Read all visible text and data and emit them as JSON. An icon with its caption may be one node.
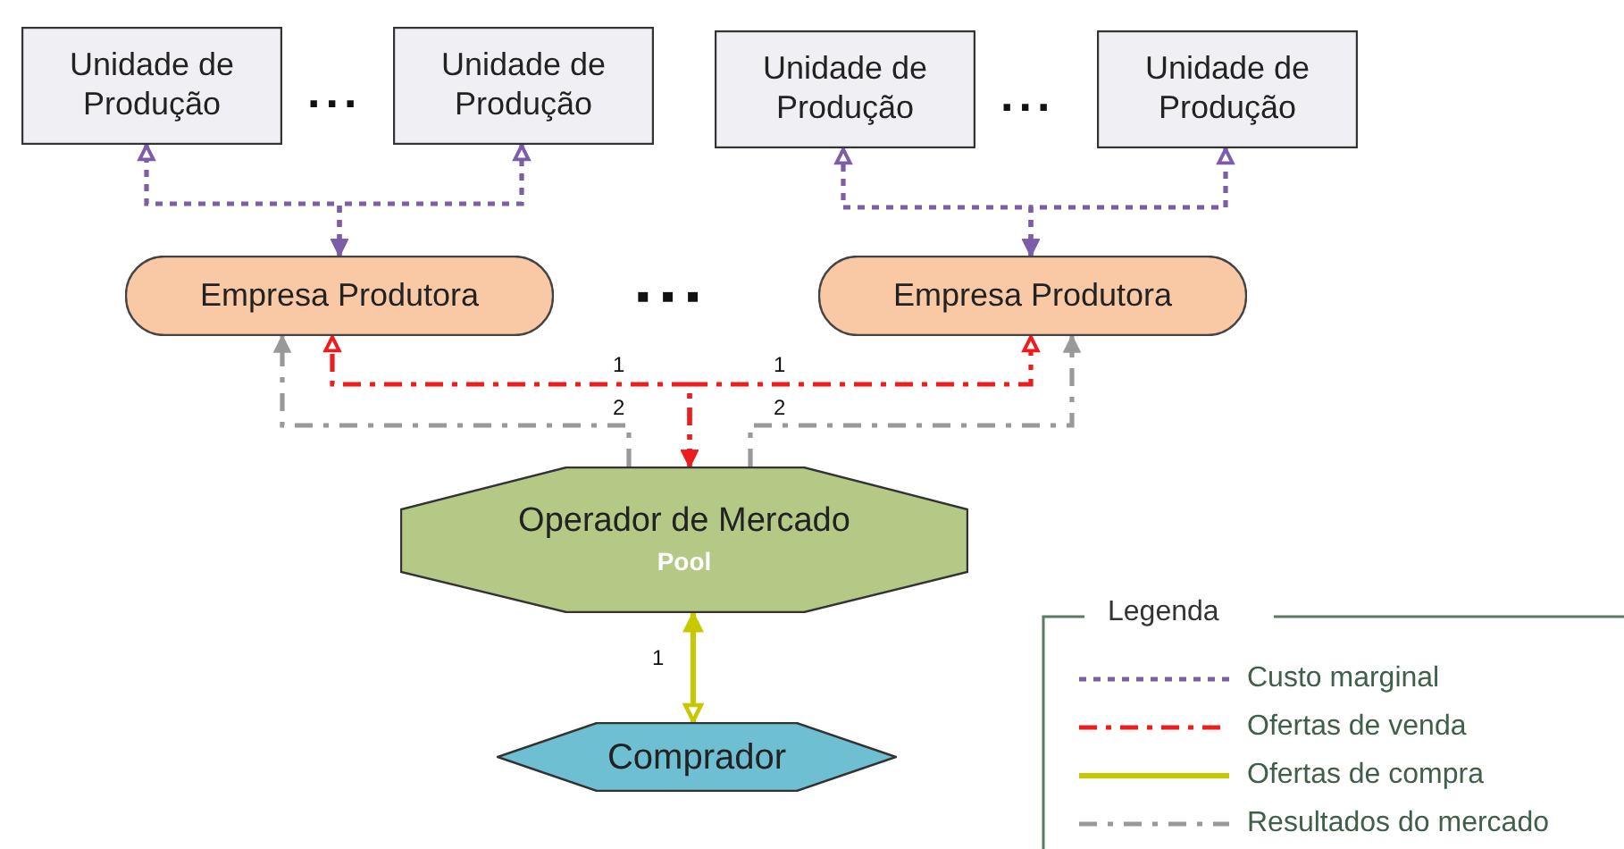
{
  "diagram": {
    "nodes": [
      {
        "text": [
          "Unidade de Produção"
        ]
      },
      {
        "text": [
          "Unidade de Produção"
        ]
      },
      {
        "text": [
          "Unidade de Produção"
        ]
      },
      {
        "text": [
          "Unidade de Produção"
        ]
      },
      {
        "text": [
          "Empresa Produtora"
        ]
      },
      {
        "text": [
          "Empresa Produtora"
        ]
      },
      {
        "text": [
          "Operador de Mercado",
          "Pool"
        ]
      },
      {
        "text": [
          "Comprador"
        ]
      }
    ],
    "edges": [
      {
        "from": 4,
        "to": 0,
        "arrow": "both",
        "style": "dashed",
        "color": "#7b5ea7"
      },
      {
        "from": 4,
        "to": 1,
        "arrow": "both",
        "style": "dashed",
        "color": "#7b5ea7"
      },
      {
        "from": 5,
        "to": 2,
        "arrow": "both",
        "style": "dashed",
        "color": "#7b5ea7"
      },
      {
        "from": 5,
        "to": 3,
        "arrow": "both",
        "style": "dashed",
        "color": "#7b5ea7"
      },
      {
        "from": 6,
        "to": 4,
        "arrow": "both",
        "label": "1",
        "style": "dashed",
        "color": "#ee1c1c"
      },
      {
        "from": 6,
        "to": 5,
        "arrow": "both",
        "label": "1",
        "style": "dashed",
        "color": "#ee1c1c"
      },
      {
        "from": 6,
        "to": 4,
        "arrow": "to",
        "label": "2",
        "style": "dashed",
        "color": "#999999"
      },
      {
        "from": 6,
        "to": 5,
        "arrow": "to",
        "label": "2",
        "style": "dashed",
        "color": "#999999"
      },
      {
        "from": 6,
        "to": 7,
        "arrow": "both",
        "label": "1",
        "color": "#c8c800"
      }
    ],
    "labels": [
      "...",
      "...",
      "▪ ▪ ▪",
      "Legenda"
    ],
    "legend": [
      {
        "text": "Custo marginal"
      },
      {
        "text": "Ofertas de venda"
      },
      {
        "text": "Ofertas de compra"
      },
      {
        "text": "Resultados do mercado"
      }
    ]
  }
}
